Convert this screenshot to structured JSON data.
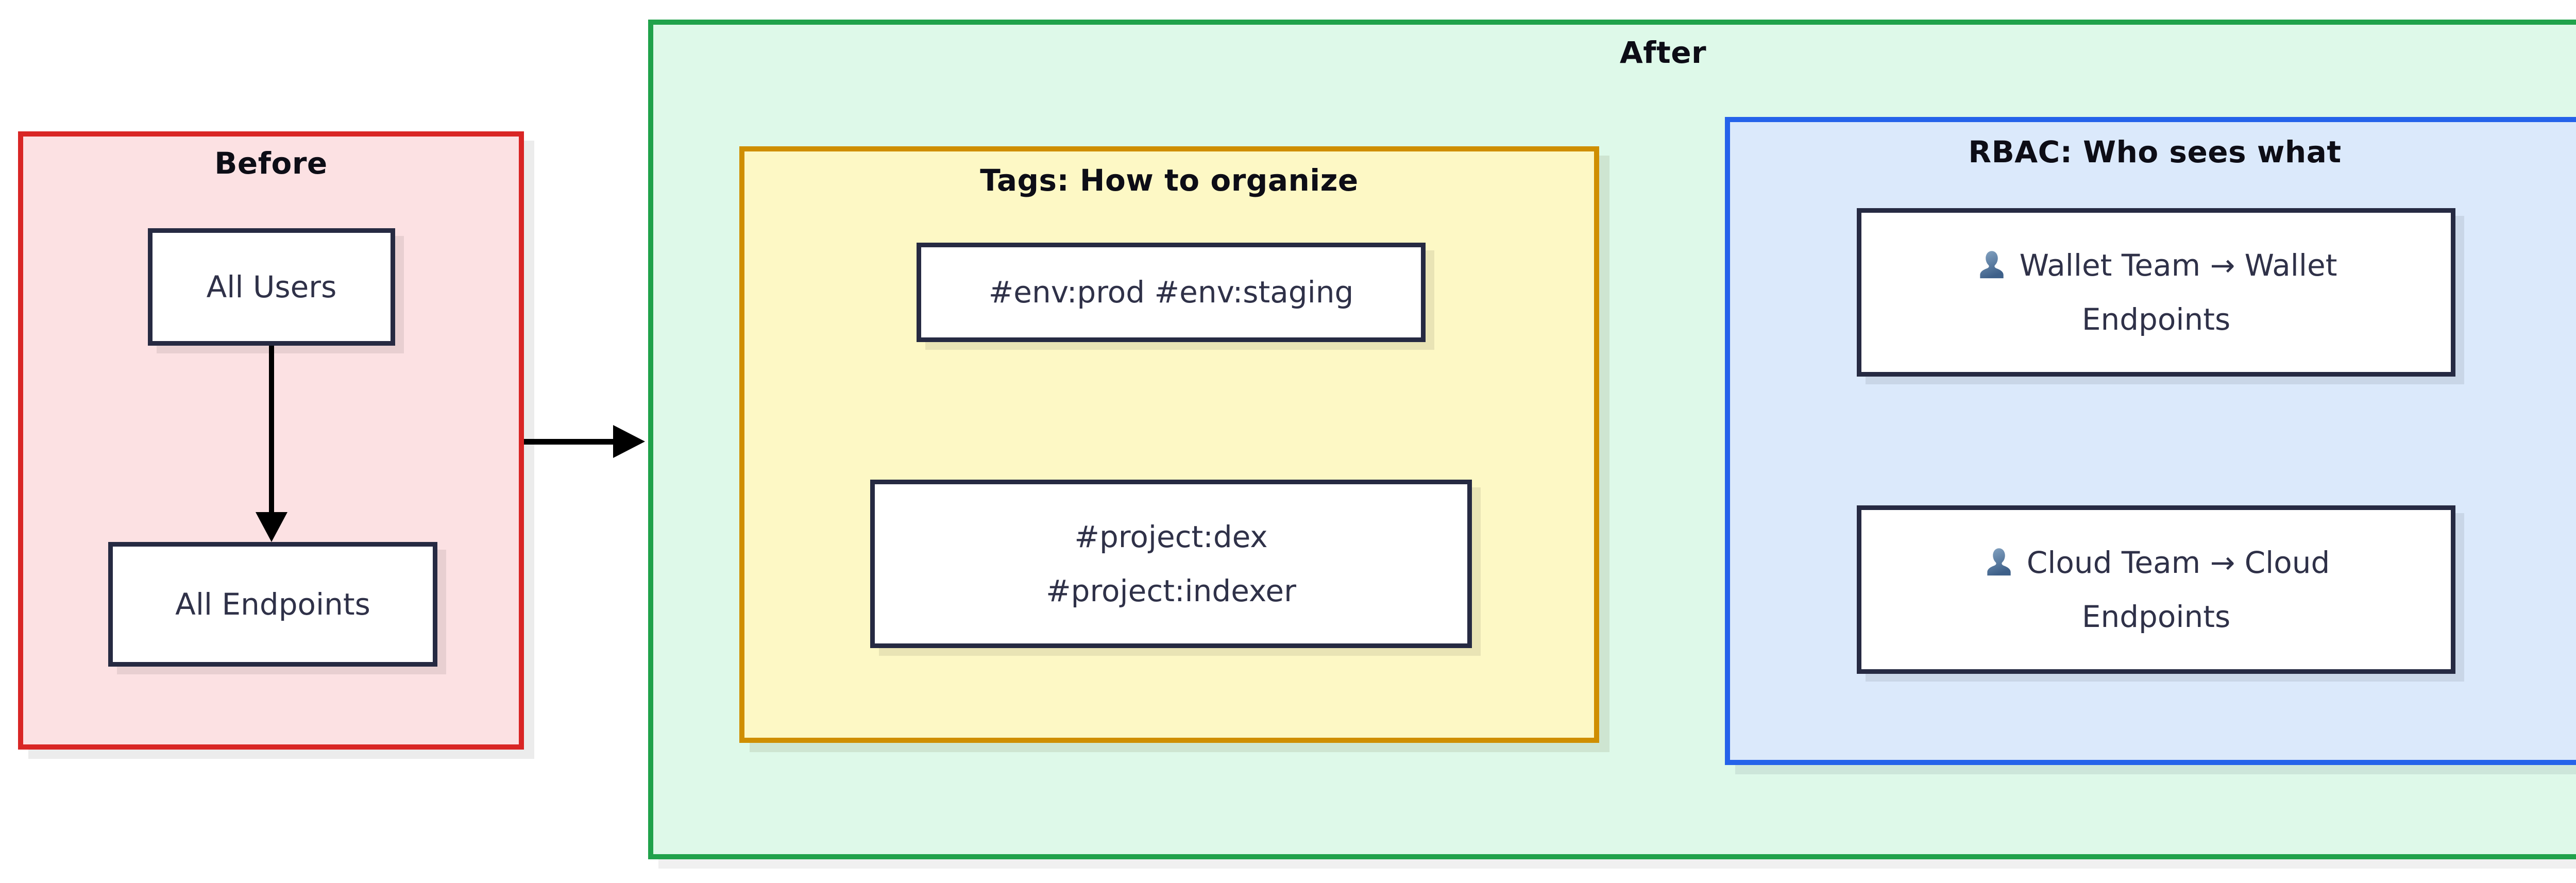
{
  "diagram": {
    "before": {
      "title": "Before",
      "nodes": {
        "all_users": "All Users",
        "all_endpoints": "All Endpoints"
      }
    },
    "after": {
      "title": "After",
      "tags": {
        "title": "Tags: How to organize",
        "env_node": "#env:prod #env:staging",
        "project_node_lines": [
          "#project:dex",
          "#project:indexer"
        ]
      },
      "rbac": {
        "title": "RBAC: Who sees what",
        "wallet_node_lines": [
          "Wallet Team → Wallet",
          "Endpoints"
        ],
        "cloud_node_lines": [
          "Cloud Team → Cloud",
          "Endpoints"
        ],
        "icon": "user-bust-silhouette"
      }
    },
    "arrows": {
      "before_to_after": "right-arrow",
      "users_to_endpoints": "down-arrow"
    },
    "colors": {
      "before_border": "#d92625",
      "before_fill": "#fce1e3",
      "after_border": "#20a24b",
      "after_fill": "#def9e9",
      "tags_border": "#cf8e00",
      "tags_fill": "#fdf8c5",
      "rbac_border": "#2563ea",
      "rbac_fill": "#dbe9fb",
      "node_border": "#262a42",
      "node_fill": "#ffffff",
      "node_text": "#2f3148",
      "title_text": "#0d0d16",
      "arrow": "#000000",
      "user_icon_top": "#87a6c4",
      "user_icon_bottom": "#3e6089"
    }
  }
}
